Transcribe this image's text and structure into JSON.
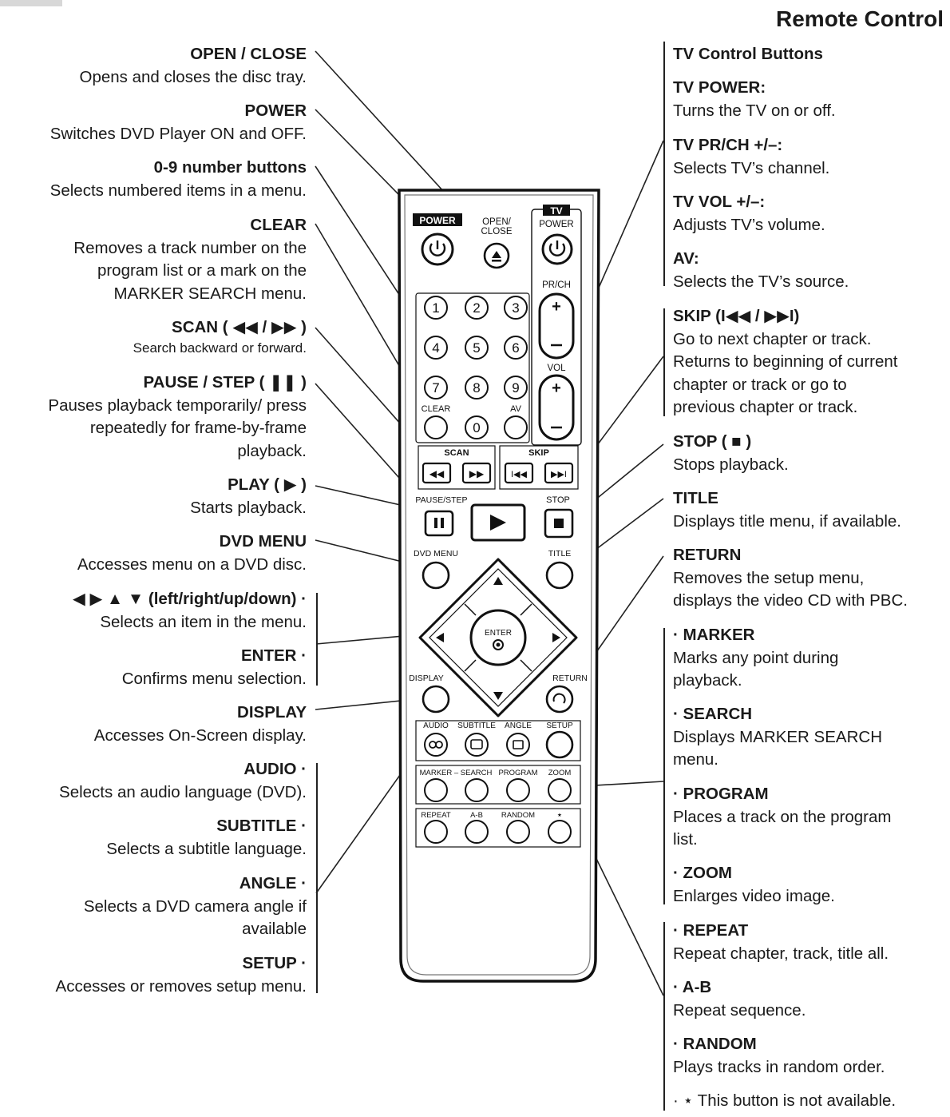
{
  "page_title": "Remote Control",
  "left_entries": [
    {
      "title": "OPEN / CLOSE",
      "desc": "Opens and closes the disc tray."
    },
    {
      "title": "POWER",
      "desc": "Switches DVD Player ON and OFF."
    },
    {
      "title": "0-9 number buttons",
      "desc": "Selects numbered items in a menu."
    },
    {
      "title": "CLEAR",
      "desc_lines": [
        "Removes a track number on the",
        "program list or a mark on the",
        "MARKER SEARCH menu."
      ]
    },
    {
      "title": "SCAN ( ◀◀ / ▶▶ )",
      "desc": "Search backward or forward."
    },
    {
      "title": "PAUSE / STEP ( ❚❚ )",
      "desc_lines": [
        "Pauses playback temporarily/ press",
        "repeatedly for frame-by-frame",
        "playback."
      ]
    },
    {
      "title": "PLAY ( ▶ )",
      "desc": "Starts playback."
    },
    {
      "title": "DVD MENU",
      "desc": "Accesses menu on a DVD disc."
    },
    {
      "title": "◀ ▶ ▲ ▼ (left/right/up/down) ·",
      "desc": "Selects an item in the menu."
    },
    {
      "title": "ENTER ·",
      "desc": "Confirms menu selection."
    },
    {
      "title": "DISPLAY",
      "desc": "Accesses On-Screen display."
    },
    {
      "title": "AUDIO ·",
      "desc": "Selects an audio language (DVD)."
    },
    {
      "title": "SUBTITLE ·",
      "desc": "Selects a subtitle language."
    },
    {
      "title": "ANGLE ·",
      "desc_lines": [
        "Selects a DVD camera angle if",
        "available"
      ]
    },
    {
      "title": "SETUP ·",
      "desc": "Accesses or removes setup menu."
    }
  ],
  "right_entries": [
    {
      "title": "TV Control Buttons"
    },
    {
      "title": "TV POWER:",
      "desc": "Turns the TV on or off."
    },
    {
      "title": "TV PR/CH +/–:",
      "desc": "Selects TV’s channel."
    },
    {
      "title": "TV VOL +/–:",
      "desc": "Adjusts TV’s volume."
    },
    {
      "title": "AV:",
      "desc": "Selects the TV’s source."
    },
    {
      "title": "SKIP (I◀◀ / ▶▶I)",
      "desc_lines": [
        "Go to next chapter or track.",
        "Returns to beginning of current",
        "chapter or track or go to",
        "previous chapter or track."
      ]
    },
    {
      "title": "STOP ( ■ )",
      "desc": "Stops playback."
    },
    {
      "title": "TITLE",
      "desc": "Displays title menu, if available."
    },
    {
      "title": "RETURN",
      "desc_lines": [
        "Removes the setup menu,",
        "displays the video CD with PBC."
      ]
    },
    {
      "title": "· MARKER",
      "desc_lines": [
        "Marks any point during",
        "playback."
      ]
    },
    {
      "title": "· SEARCH",
      "desc_lines": [
        "Displays MARKER SEARCH",
        "menu."
      ]
    },
    {
      "title": "· PROGRAM",
      "desc_lines": [
        "Places a track on the program",
        "list."
      ]
    },
    {
      "title": "· ZOOM",
      "desc": "Enlarges video image."
    },
    {
      "title": "· REPEAT",
      "desc": "Repeat chapter, track, title all."
    },
    {
      "title": "· A-B",
      "desc": "Repeat sequence."
    },
    {
      "title": "· RANDOM",
      "desc": "Plays tracks in random order."
    },
    {
      "desc": "· ⋆ This button is not available."
    }
  ],
  "remote": {
    "power": "POWER",
    "open_close_1": "OPEN/",
    "open_close_2": "CLOSE",
    "tv": "TV",
    "tv_power": "POWER",
    "prch": "PR/CH",
    "vol": "VOL",
    "digits": [
      "1",
      "2",
      "3",
      "4",
      "5",
      "6",
      "7",
      "8",
      "9",
      "0"
    ],
    "clear": "CLEAR",
    "av": "AV",
    "scan": "SCAN",
    "skip": "SKIP",
    "pause_step": "PAUSE/STEP",
    "stop": "STOP",
    "dvd_menu": "DVD MENU",
    "title": "TITLE",
    "enter": "ENTER",
    "display": "DISPLAY",
    "return": "RETURN",
    "audio": "AUDIO",
    "subtitle": "SUBTITLE",
    "angle": "ANGLE",
    "setup": "SETUP",
    "marker_search": "MARKER – SEARCH",
    "program": "PROGRAM",
    "zoom": "ZOOM",
    "repeat": "REPEAT",
    "ab": "A-B",
    "random": "RANDOM",
    "star": "⋆"
  }
}
